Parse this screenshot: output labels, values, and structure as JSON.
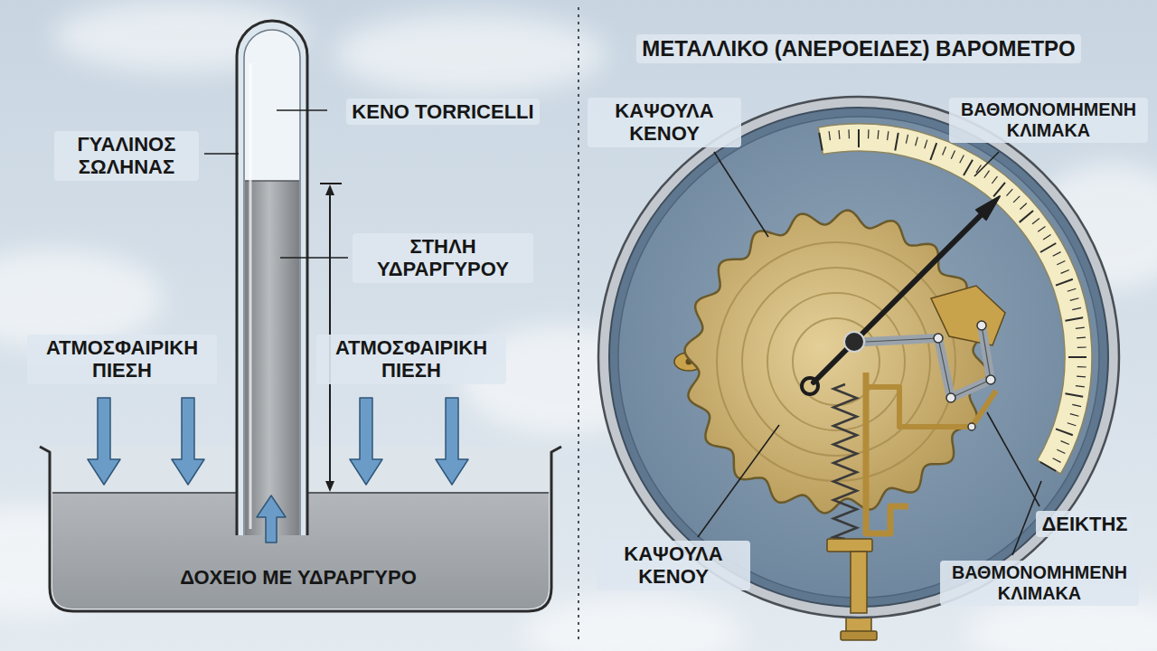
{
  "diagram": {
    "title": "ΜΕΤΑΛΛΙΚΟ (ΑΝΕΡΟΕΙΔΕΣ) ΒΑΡΟΜΕΤΡΟ",
    "labels": [
      "ΚΕΝΟ TORRICELLI",
      "ΓΥΑΛΙΝΟΣ ΣΩΛΗΝΑΣ",
      "ΣΤΗΛΗ ΥΔΡΑΡΓΥΡΟΥ",
      "ΑΤΜΟΣΦΑΙΡΙΚΗ ΠΙΕΣΗ",
      "ΑΤΜΟΣΦΑΙΡΙΚΗ ΠΙΕΣΗ",
      "ΔΟΧΕΙΟ ΜΕ ΥΔΡΑΡΓΥΡΟ",
      "ΚΑΨΟΥΛΑ ΚΕΝΟΥ",
      "ΒΑΘΜΟΝΟΜΗΜΕΝΗ ΚΛΙΜΑΚΑ",
      "ΚΑΨΟΥΛΑ ΚΕΝΟΥ",
      "ΔΕΙΚΤΗΣ",
      "ΒΑΘΜΟΝΟΜΗΜΕΝΗ ΚΛΙΜΑΚΑ"
    ]
  }
}
